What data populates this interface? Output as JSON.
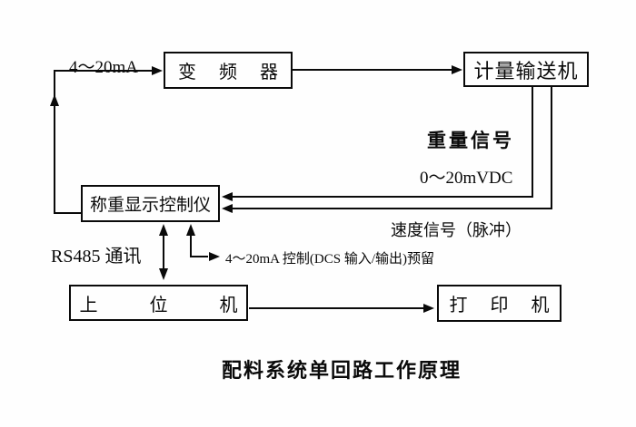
{
  "diagram": {
    "caption": "配料系统单回路工作原理",
    "colors": {
      "background": "#fefefe",
      "line": "#0a0a0a"
    },
    "boxes": {
      "inverter": {
        "label": "变 频 器"
      },
      "conveyor": {
        "label": "计量输送机"
      },
      "controller": {
        "label": "称重显示控制仪"
      },
      "host": {
        "label": "上 位 机"
      },
      "printer": {
        "label": "打 印 机"
      }
    },
    "signals": {
      "current_loop": "4～20mA",
      "weight_signal": "重量信号",
      "weight_range": "0～20mVDC",
      "speed_signal": "速度信号（脉冲）",
      "rs485": "RS485 通讯",
      "dcs_reserved": "4～20mA 控制(DCS 输入/输出)预留"
    }
  }
}
